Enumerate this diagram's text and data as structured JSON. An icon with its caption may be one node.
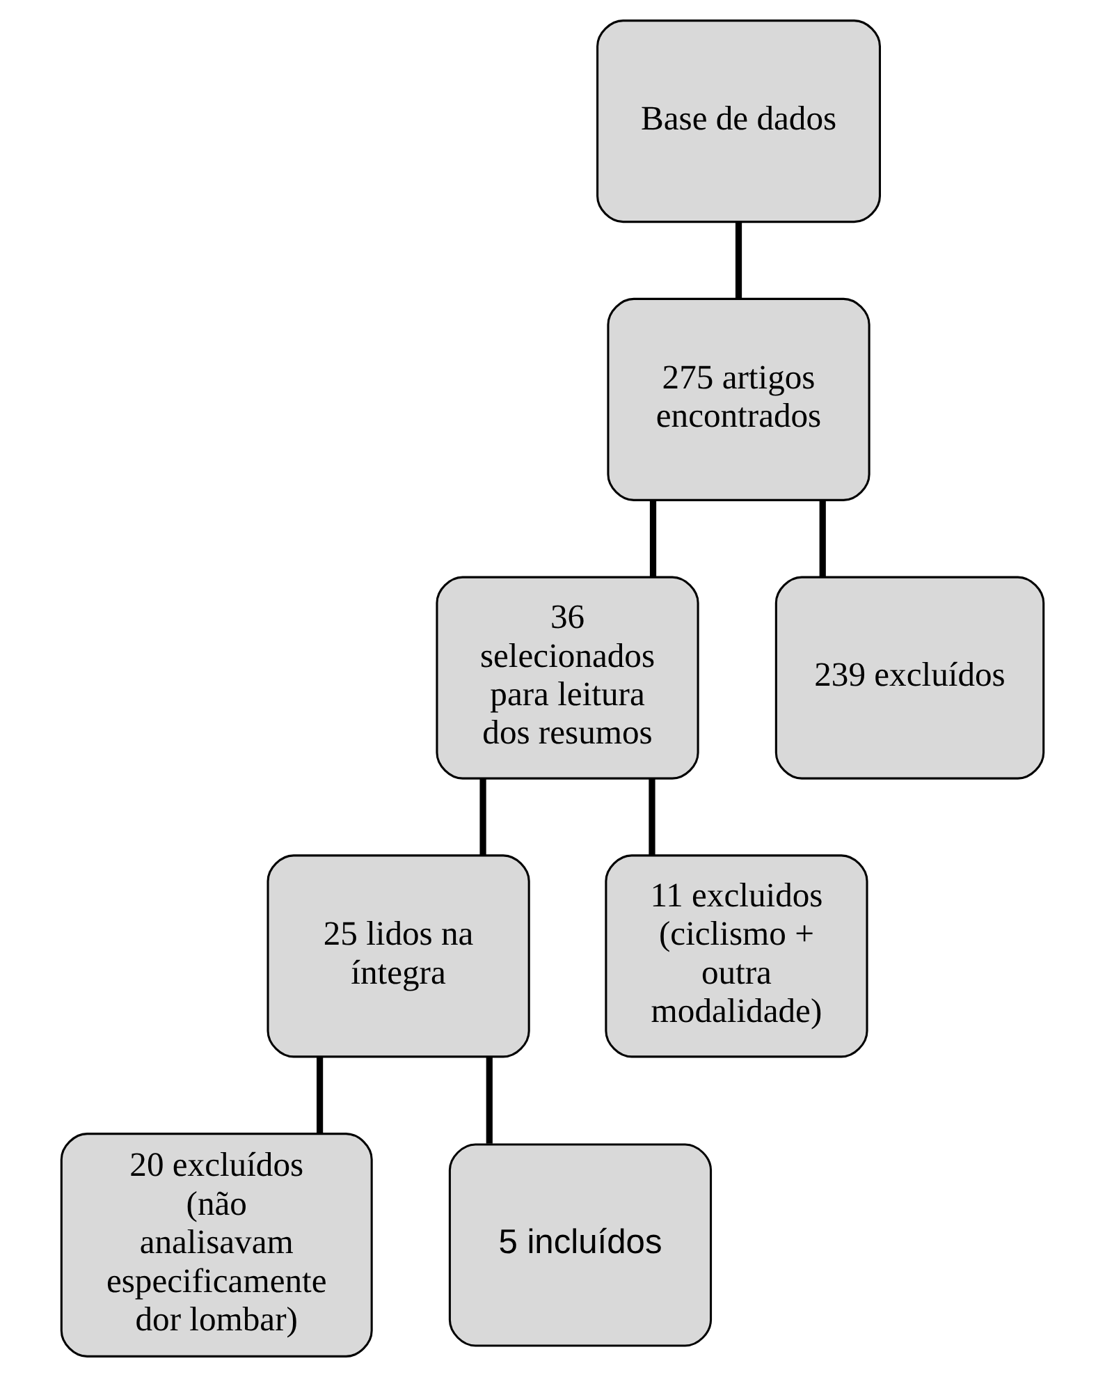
{
  "diagram": {
    "nodes": [
      {
        "text": [
          "Base de dados"
        ]
      },
      {
        "text": [
          "275 artigos encontrados"
        ]
      },
      {
        "text": [
          "36 selecionados para leitura dos resumos"
        ]
      },
      {
        "text": [
          "239 excluídos"
        ]
      },
      {
        "text": [
          "25 lidos na íntegra"
        ]
      },
      {
        "text": [
          "11 excluidos (ciclismo + outra modalidade)"
        ]
      },
      {
        "text": [
          "20 excluídos (não analisavam especificamente dor lombar)"
        ]
      },
      {
        "text": [
          "5 incluídos"
        ]
      }
    ],
    "edges": [
      {
        "from": 0,
        "to": 1,
        "arrow": "none"
      },
      {
        "from": 1,
        "to": 2,
        "arrow": "none"
      },
      {
        "from": 1,
        "to": 3,
        "arrow": "none"
      },
      {
        "from": 2,
        "to": 4,
        "arrow": "none"
      },
      {
        "from": 2,
        "to": 5,
        "arrow": "none"
      },
      {
        "from": 4,
        "to": 6,
        "arrow": "none"
      },
      {
        "from": 4,
        "to": 7,
        "arrow": "none"
      }
    ]
  }
}
